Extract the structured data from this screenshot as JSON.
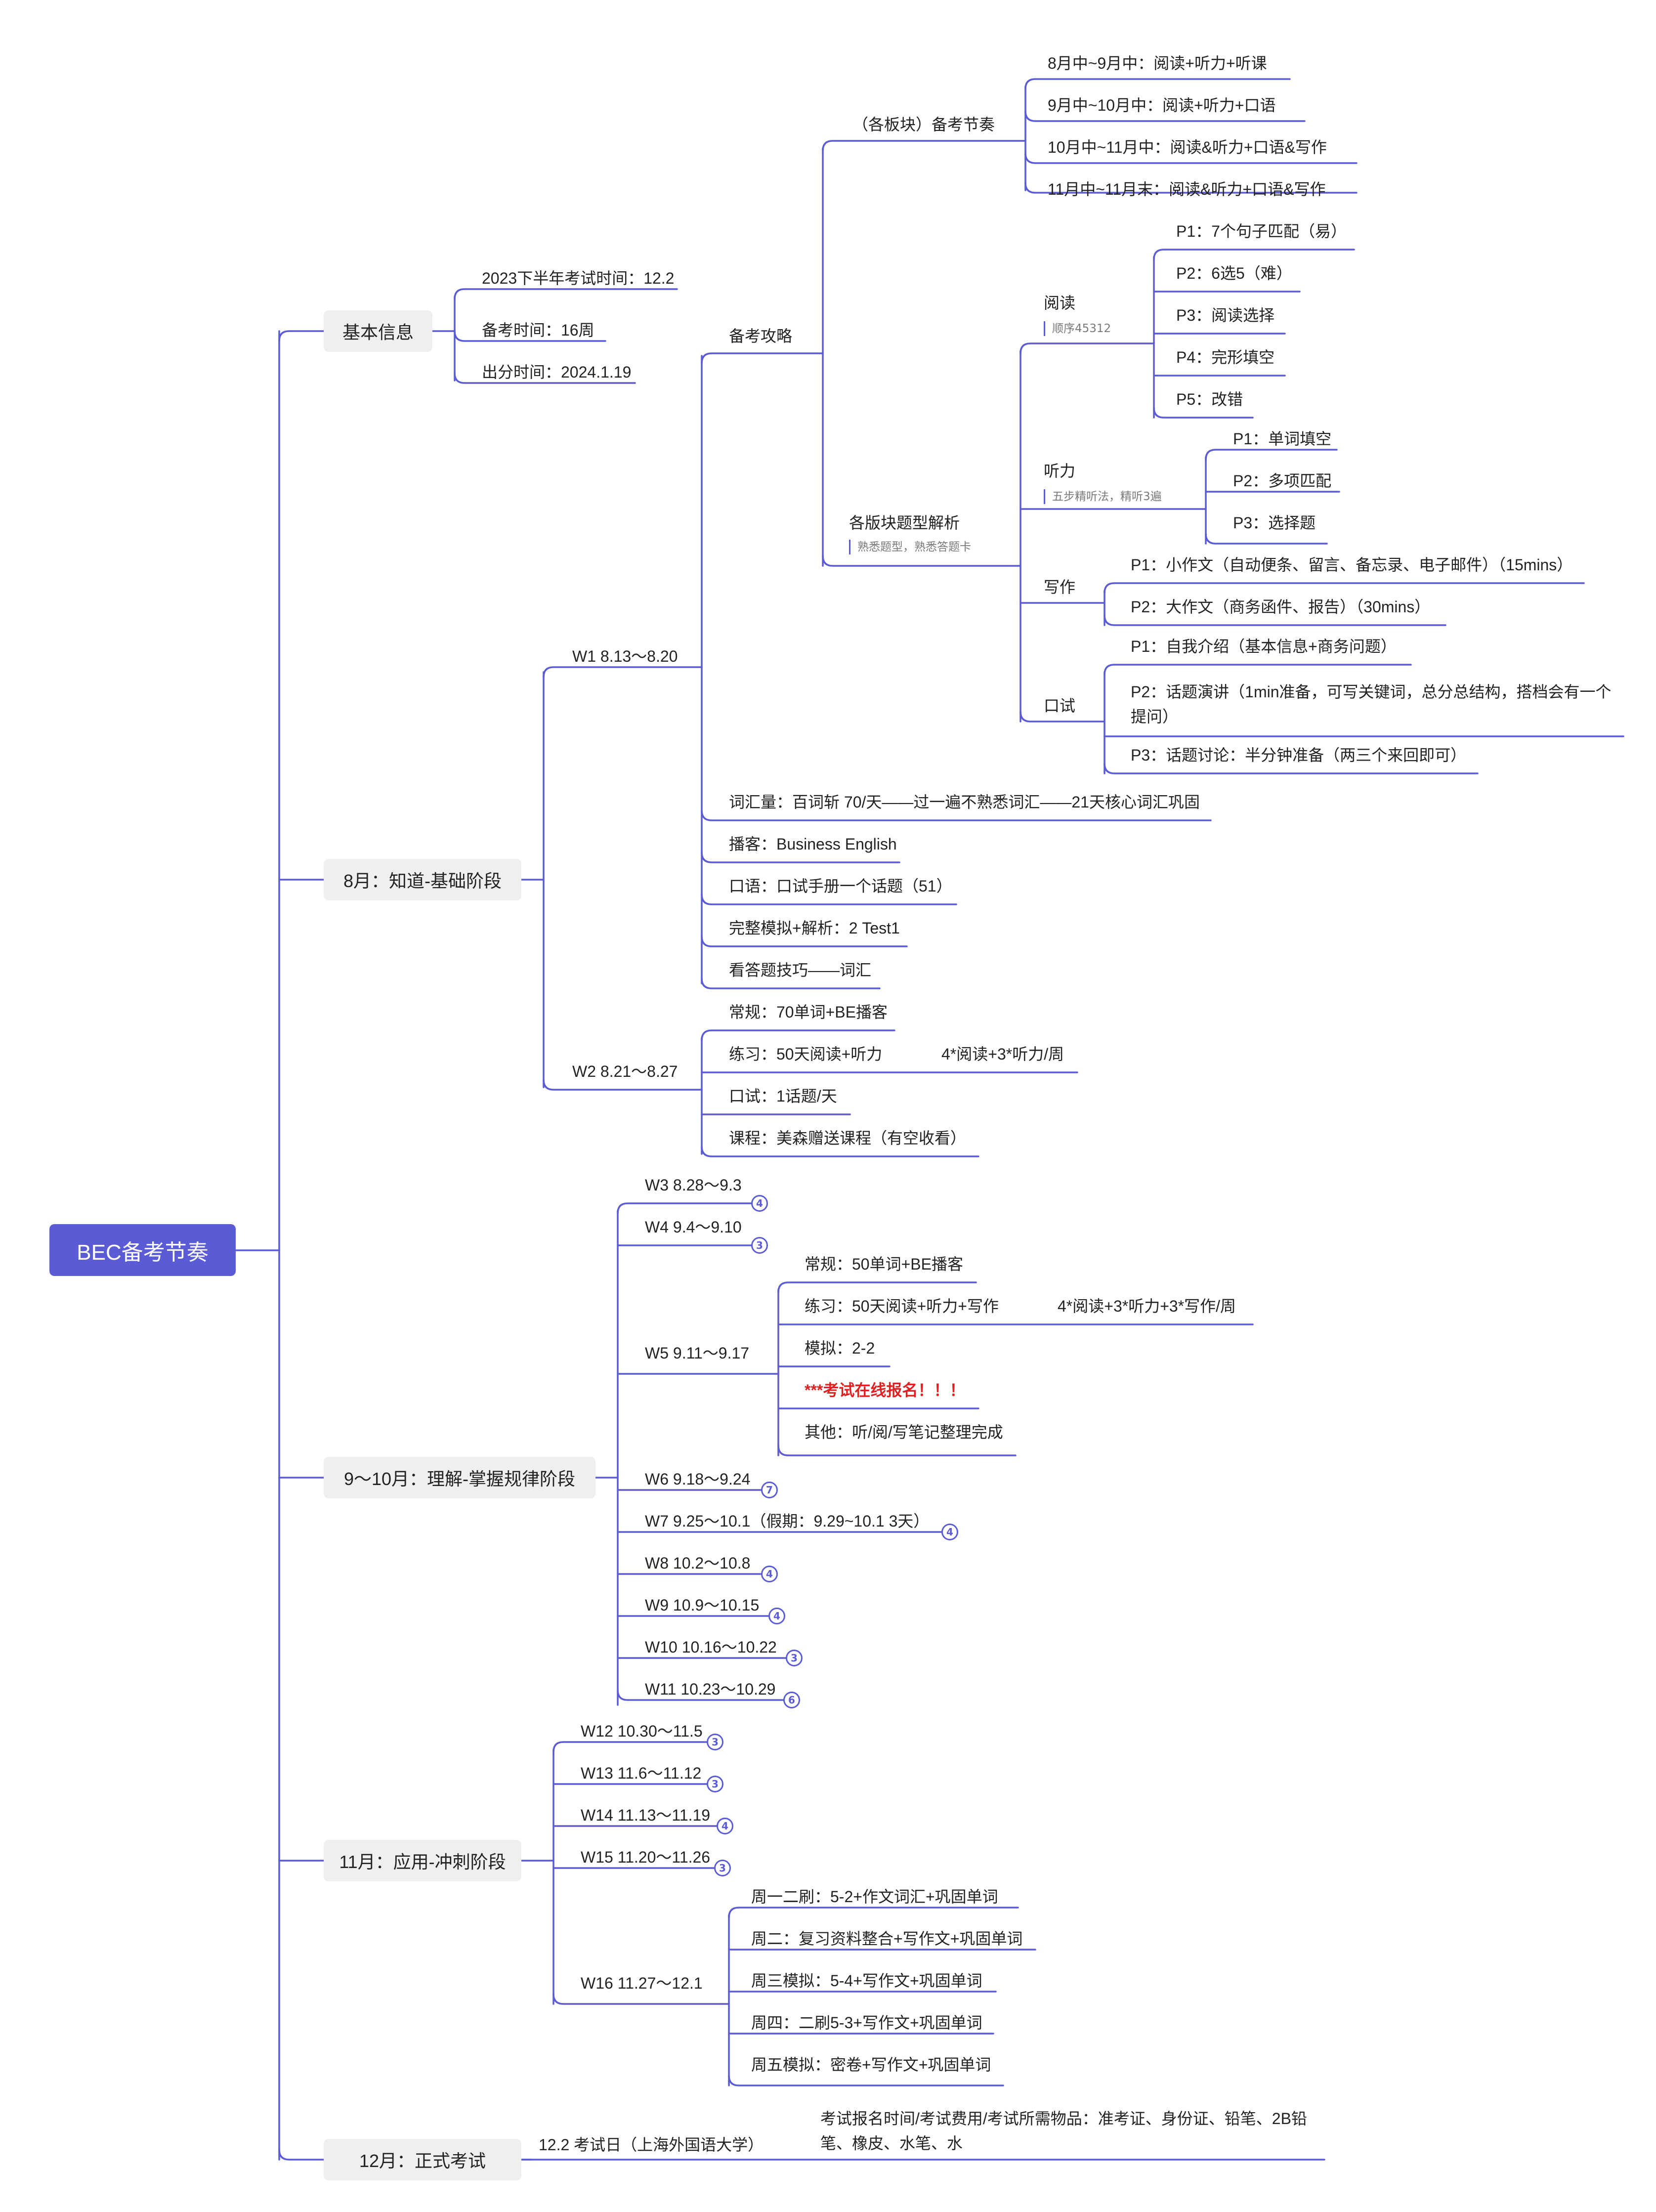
{
  "root": "BEC备考节奏",
  "colors": {
    "accent": "#5b5bd6",
    "branch_box": "#efefef",
    "alert": "#e02020"
  },
  "branches": {
    "basic": {
      "label": "基本信息",
      "items": [
        "2023下半年考试时间：12.2",
        "备考时间：16周",
        "出分时间：2024.1.19"
      ]
    },
    "aug": {
      "label": "8月：知道-基础阶段",
      "w1": {
        "label": "W1 8.13～8.20",
        "strategy": {
          "label": "备考攻略",
          "rhythm": {
            "label": "（各板块）备考节奏",
            "items": [
              "8月中~9月中：阅读+听力+听课",
              "9月中~10月中：阅读+听力+口语",
              "10月中~11月中：阅读&听力+口语&写作",
              "11月中~11月末：阅读&听力+口语&写作"
            ]
          },
          "analysis": {
            "label": "各版块题型解析",
            "note": "熟悉题型，熟悉答题卡",
            "reading": {
              "label": "阅读",
              "note": "顺序45312",
              "items": [
                "P1：7个句子匹配（易）",
                "P2：6选5（难）",
                "P3：阅读选择",
                "P4：完形填空",
                "P5：改错"
              ]
            },
            "listening": {
              "label": "听力",
              "note": "五步精听法，精听3遍",
              "items": [
                "P1：单词填空",
                "P2：多项匹配",
                "P3：选择题"
              ]
            },
            "writing": {
              "label": "写作",
              "items": [
                "P1：小作文（自动便条、留言、备忘录、电子邮件）（15mins）",
                "P2：大作文（商务函件、报告）（30mins）"
              ]
            },
            "speaking": {
              "label": "口试",
              "items": [
                "P1：自我介绍（基本信息+商务问题）",
                "P2：话题演讲（1min准备，可写关键词，总分总结构，搭档会有一个提问）",
                "P3：话题讨论：半分钟准备（两三个来回即可）"
              ]
            }
          }
        },
        "items": [
          "词汇量：百词斩 70/天——过一遍不熟悉词汇——21天核心词汇巩固",
          "播客：Business English",
          "口语：口试手册一个话题（51）",
          "完整模拟+解析：2 Test1",
          "看答题技巧——词汇"
        ]
      },
      "w2": {
        "label": "W2 8.21～8.27",
        "items": [
          "常规：70单词+BE播客",
          "练习：50天阅读+听力",
          "口试：1话题/天",
          "课程：美森赠送课程（有空收看）"
        ],
        "extra": "4*阅读+3*听力/周"
      }
    },
    "sepoct": {
      "label": "9～10月：理解-掌握规律阶段",
      "weeks": [
        {
          "label": "W3 8.28～9.3",
          "count": "4"
        },
        {
          "label": "W4 9.4～9.10",
          "count": "3"
        },
        {
          "label": "W5 9.11～9.17",
          "count": ""
        },
        {
          "label": "W6 9.18～9.24",
          "count": "7"
        },
        {
          "label": "W7 9.25～10.1（假期：9.29~10.1 3天）",
          "count": "4"
        },
        {
          "label": "W8 10.2～10.8",
          "count": "4"
        },
        {
          "label": "W9 10.9～10.15",
          "count": "4"
        },
        {
          "label": "W10 10.16～10.22",
          "count": "3"
        },
        {
          "label": "W11 10.23～10.29",
          "count": "6"
        }
      ],
      "w5_items": [
        "常规：50单词+BE播客",
        "练习：50天阅读+听力+写作",
        "模拟：2-2",
        "***考试在线报名！！！",
        "其他：听/阅/写笔记整理完成"
      ],
      "w5_extra": "4*阅读+3*听力+3*写作/周"
    },
    "nov": {
      "label": "11月：应用-冲刺阶段",
      "weeks": [
        {
          "label": "W12 10.30～11.5",
          "count": "3"
        },
        {
          "label": "W13 11.6～11.12",
          "count": "3"
        },
        {
          "label": "W14 11.13～11.19",
          "count": "4"
        },
        {
          "label": "W15 11.20～11.26",
          "count": "3"
        },
        {
          "label": "W16 11.27～12.1",
          "count": ""
        }
      ],
      "w16_items": [
        "周一二刷：5-2+作文词汇+巩固单词",
        "周二：复习资料整合+写作文+巩固单词",
        "周三模拟：5-4+写作文+巩固单词",
        "周四：二刷5-3+写作文+巩固单词",
        "周五模拟：密卷+写作文+巩固单词"
      ]
    },
    "dec": {
      "label": "12月：正式考试",
      "exam": "12.2 考试日（上海外国语大学）",
      "note": "考试报名时间/考试费用/考试所需物品：准考证、身份证、铅笔、2B铅笔、橡皮、水笔、水"
    }
  }
}
